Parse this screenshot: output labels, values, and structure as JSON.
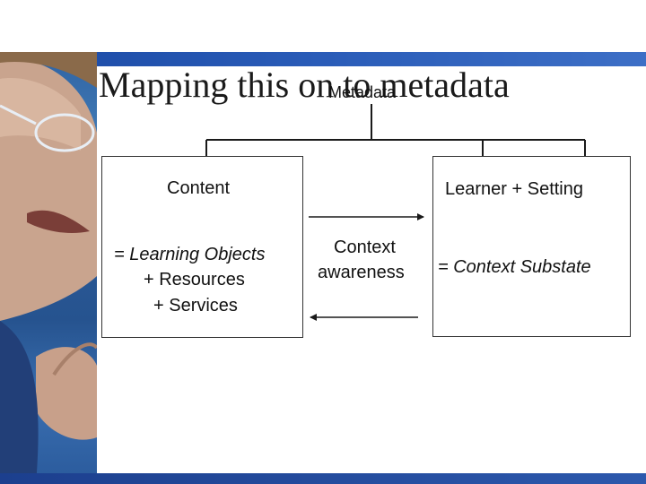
{
  "slide": {
    "title": "Mapping this on to metadata",
    "overlay_label": "Metadata"
  },
  "diagram": {
    "left_box": {
      "heading": "Content",
      "lines": [
        "= Learning Objects",
        "+ Resources",
        "+ Services"
      ]
    },
    "right_box": {
      "heading": "Learner +   Setting",
      "substate": "= Context Substate"
    },
    "middle": {
      "label_line1": "Context",
      "label_line2": "awareness"
    }
  },
  "colors": {
    "band": "#1b4aa5",
    "photo_blue": "#2f63a3",
    "line": "#1a1a1a"
  }
}
